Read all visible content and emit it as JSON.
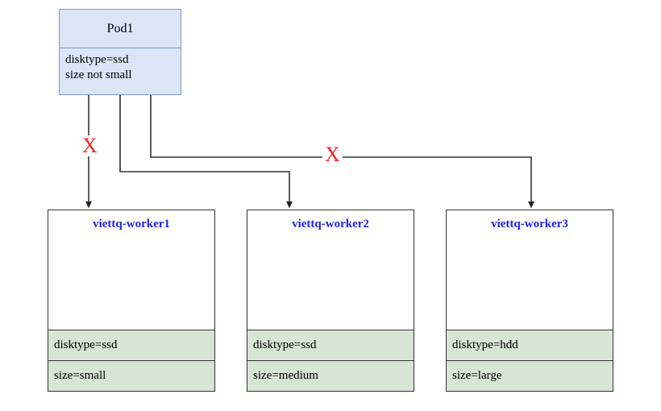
{
  "diagram": {
    "title": "kubernetes-node-affinity-scheduling",
    "pod": {
      "name": "Pod1",
      "selectors": [
        "disktype=ssd",
        "size not small"
      ],
      "fill_color": "#dae5f7",
      "border_color": "#7799cc"
    },
    "workers": [
      {
        "name": "viettq-worker1",
        "labels": [
          "disktype=ssd",
          "size=small"
        ],
        "name_color": "#2222dd",
        "label_fill": "#d5e6d2"
      },
      {
        "name": "viettq-worker2",
        "labels": [
          "disktype=ssd",
          "size=medium"
        ],
        "name_color": "#2222dd",
        "label_fill": "#d5e6d2"
      },
      {
        "name": "viettq-worker3",
        "labels": [
          "disktype=hdd",
          "size=large"
        ],
        "name_color": "#2222dd",
        "label_fill": "#d5e6d2"
      }
    ],
    "rejections": [
      {
        "mark": "X",
        "target": "viettq-worker1",
        "color": "#f02222"
      },
      {
        "mark": "X",
        "target": "viettq-worker3",
        "color": "#f02222"
      }
    ],
    "edge_color": "#333333"
  }
}
